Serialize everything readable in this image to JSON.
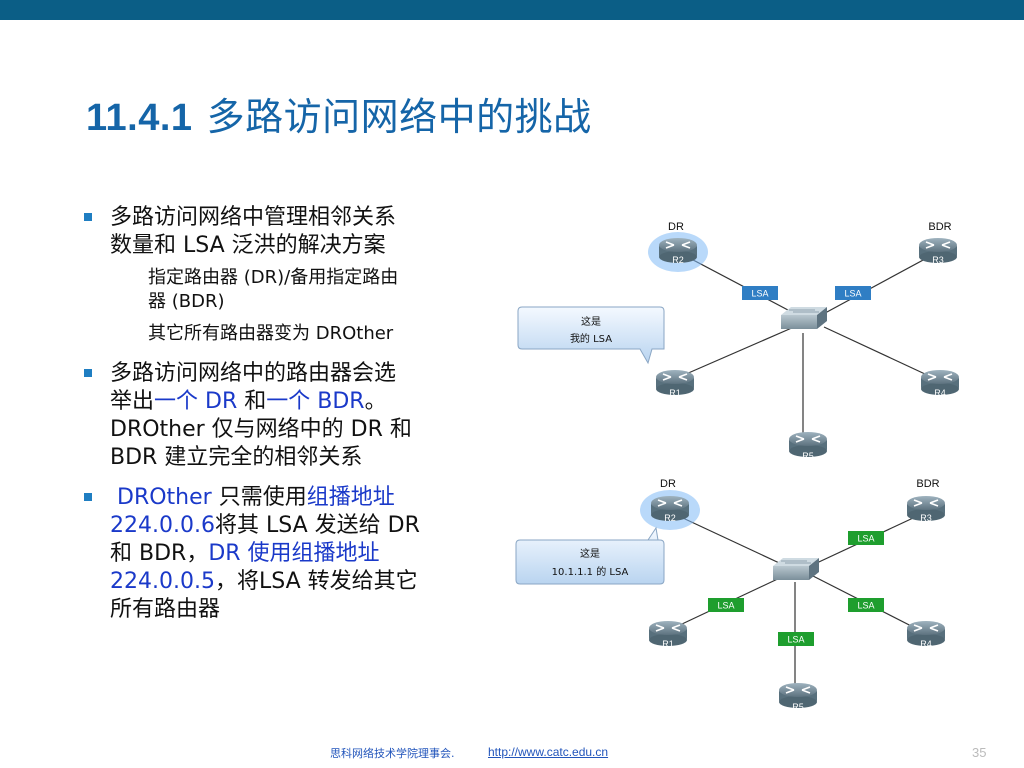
{
  "header": {
    "color": "#0b5e86"
  },
  "title": {
    "number": "11.4.1",
    "text": "多路访问网络中的挑战"
  },
  "bullets": {
    "b1": {
      "line1": "多路访问网络中管理相邻关系",
      "line2": "数量和 LSA 泛洪的解决方案"
    },
    "sub1": {
      "line1": "指定路由器 (DR)/备用指定路由",
      "line2": "器 (BDR)"
    },
    "sub2": "其它所有路由器变为 DROther",
    "b2": {
      "p1": "多路访问网络中的路由器会选",
      "p2": "举出",
      "p3": "一个 DR",
      "p4": " 和",
      "p5": "一个 BDR",
      "p6": "。",
      "p7": "DROther 仅与网络中的 DR 和",
      "p8": "BDR 建立完全的相邻关系"
    },
    "b3": {
      "p1": "DROther",
      "p2": " 只需使用",
      "p3": "组播地址",
      "p4": "224.0.0.6",
      "p5": "将其 LSA 发送给 DR",
      "p6": "和 BDR，",
      "p7": "DR 使用组播地址",
      "p8": "224.0.0.5",
      "p9": "，将LSA 转发给其它",
      "p10": "所有路由器"
    }
  },
  "diagram_top": {
    "labels": {
      "dr": "DR",
      "bdr": "BDR"
    },
    "routers": {
      "r1": "R1",
      "r2": "R2",
      "r3": "R3",
      "r4": "R4",
      "r5": "R5"
    },
    "lsa": [
      "LSA",
      "LSA"
    ],
    "callout": {
      "line1": "这是",
      "line2": "我的 LSA"
    }
  },
  "diagram_bottom": {
    "labels": {
      "dr": "DR",
      "bdr": "BDR"
    },
    "routers": {
      "r1": "R1",
      "r2": "R2",
      "r3": "R3",
      "r4": "R4",
      "r5": "R5"
    },
    "lsa": [
      "LSA",
      "LSA",
      "LSA",
      "LSA"
    ],
    "callout": {
      "line1": "这是",
      "line2": "10.1.1.1 的 LSA"
    }
  },
  "footer": {
    "org": "思科网络技术学院理事会.",
    "url": "http://www.catc.edu.cn",
    "page": "35"
  },
  "colors": {
    "title": "#1565a8",
    "highlight": "#1a39c9",
    "lsa_blue": "#2f7ec4",
    "lsa_green": "#1e9e2e",
    "bullet": "#1f7ec2"
  },
  "icons": [
    "router-icon",
    "switch-icon",
    "speech-bubble-icon",
    "square-bullet-icon"
  ]
}
